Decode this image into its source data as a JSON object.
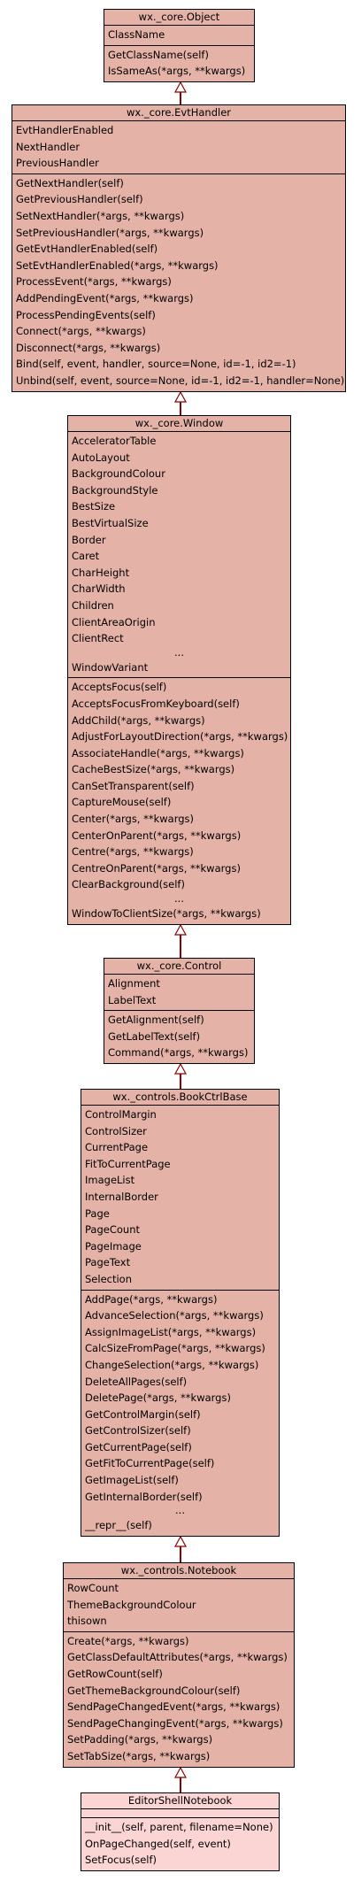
{
  "classes": [
    {
      "id": "object",
      "name": "wx._core.Object",
      "attributes": [
        "ClassName"
      ],
      "methods": [
        "GetClassName(self)",
        "IsSameAs(*args, **kwargs)"
      ]
    },
    {
      "id": "evthandler",
      "name": "wx._core.EvtHandler",
      "attributes": [
        "EvtHandlerEnabled",
        "NextHandler",
        "PreviousHandler"
      ],
      "methods": [
        "GetNextHandler(self)",
        "GetPreviousHandler(self)",
        "SetNextHandler(*args, **kwargs)",
        "SetPreviousHandler(*args, **kwargs)",
        "GetEvtHandlerEnabled(self)",
        "SetEvtHandlerEnabled(*args, **kwargs)",
        "ProcessEvent(*args, **kwargs)",
        "AddPendingEvent(*args, **kwargs)",
        "ProcessPendingEvents(self)",
        "Connect(*args, **kwargs)",
        "Disconnect(*args, **kwargs)",
        "Bind(self, event, handler, source=None, id=-1, id2=-1)",
        "Unbind(self, event, source=None, id=-1, id2=-1, handler=None)"
      ]
    },
    {
      "id": "window",
      "name": "wx._core.Window",
      "attributes": [
        "AcceleratorTable",
        "AutoLayout",
        "BackgroundColour",
        "BackgroundStyle",
        "BestSize",
        "BestVirtualSize",
        "Border",
        "Caret",
        "CharHeight",
        "CharWidth",
        "Children",
        "ClientAreaOrigin",
        "ClientRect",
        "...",
        "WindowVariant"
      ],
      "methods": [
        "AcceptsFocus(self)",
        "AcceptsFocusFromKeyboard(self)",
        "AddChild(*args, **kwargs)",
        "AdjustForLayoutDirection(*args, **kwargs)",
        "AssociateHandle(*args, **kwargs)",
        "CacheBestSize(*args, **kwargs)",
        "CanSetTransparent(self)",
        "CaptureMouse(self)",
        "Center(*args, **kwargs)",
        "CenterOnParent(*args, **kwargs)",
        "Centre(*args, **kwargs)",
        "CentreOnParent(*args, **kwargs)",
        "ClearBackground(self)",
        "...",
        "WindowToClientSize(*args, **kwargs)"
      ]
    },
    {
      "id": "control",
      "name": "wx._core.Control",
      "attributes": [
        "Alignment",
        "LabelText"
      ],
      "methods": [
        "GetAlignment(self)",
        "GetLabelText(self)",
        "Command(*args, **kwargs)"
      ]
    },
    {
      "id": "bookctrlbase",
      "name": "wx._controls.BookCtrlBase",
      "attributes": [
        "ControlMargin",
        "ControlSizer",
        "CurrentPage",
        "FitToCurrentPage",
        "ImageList",
        "InternalBorder",
        "Page",
        "PageCount",
        "PageImage",
        "PageText",
        "Selection"
      ],
      "methods": [
        "AddPage(*args, **kwargs)",
        "AdvanceSelection(*args, **kwargs)",
        "AssignImageList(*args, **kwargs)",
        "CalcSizeFromPage(*args, **kwargs)",
        "ChangeSelection(*args, **kwargs)",
        "DeleteAllPages(self)",
        "DeletePage(*args, **kwargs)",
        "GetControlMargin(self)",
        "GetControlSizer(self)",
        "GetCurrentPage(self)",
        "GetFitToCurrentPage(self)",
        "GetImageList(self)",
        "GetInternalBorder(self)",
        "...",
        "__repr__(self)"
      ]
    },
    {
      "id": "notebook",
      "name": "wx._controls.Notebook",
      "attributes": [
        "RowCount",
        "ThemeBackgroundColour",
        "thisown"
      ],
      "methods": [
        "Create(*args, **kwargs)",
        "GetClassDefaultAttributes(*args, **kwargs)",
        "GetRowCount(self)",
        "GetThemeBackgroundColour(self)",
        "SendPageChangedEvent(*args, **kwargs)",
        "SendPageChangingEvent(*args, **kwargs)",
        "SetPadding(*args, **kwargs)",
        "SetTabSize(*args, **kwargs)"
      ]
    },
    {
      "id": "editorshellnotebook",
      "name": "EditorShellNotebook",
      "attributes": [],
      "methods": [
        "__init__(self, parent, filename=None)",
        "OnPageChanged(self, event)",
        "SetFocus(self)"
      ]
    }
  ],
  "colors": {
    "class_fill": "#e4b2a6",
    "leaf_fill": "#fbd4d4",
    "edge": "#8b0000",
    "border": "#000000"
  }
}
